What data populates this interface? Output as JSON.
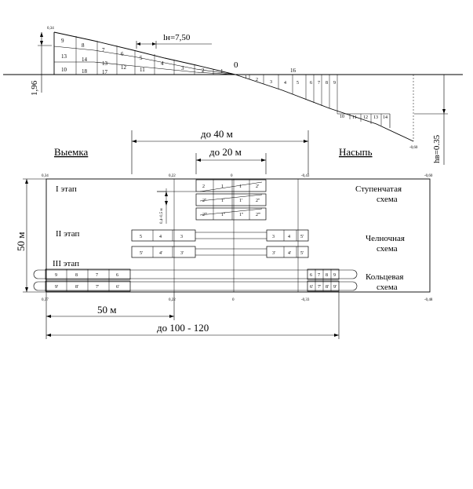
{
  "profile": {
    "label_ln": "lн=7,50",
    "label_zero": "0",
    "label_h_left": "1,96",
    "label_h_right": "hв=0.35",
    "mark_top_left": "0,34",
    "mark_bottom_right": "-0,60",
    "cut_cells": [
      "9",
      "8",
      "7",
      "6",
      "5",
      "4",
      "3",
      "2",
      "1",
      "13",
      "14",
      "13",
      "12",
      "11",
      "10",
      "18",
      "17",
      "16"
    ],
    "fill_cells": [
      "1",
      "2",
      "3",
      "4",
      "5",
      "6",
      "7",
      "8",
      "9",
      "10",
      "11",
      "12",
      "13",
      "14"
    ]
  },
  "labels": {
    "cut": "Выемка",
    "fill": "Насыпь",
    "dist_40": "до 40 м",
    "dist_20": "до 20 м",
    "dist_50": "50 м",
    "dist_100": "до 100 - 120",
    "width_50": "50 м"
  },
  "plan": {
    "top_marks": [
      "0,34",
      "0,22",
      "0",
      "-0,43",
      "-0,60"
    ],
    "bottom_marks": [
      "0,37",
      "0,22",
      "0",
      "-0,33",
      "-0,48"
    ],
    "stages": [
      "I этап",
      "II этап",
      "III этап"
    ],
    "schemes": [
      {
        "line1": "Ступенчатая",
        "line2": "схема"
      },
      {
        "line1": "Челночная",
        "line2": "схема"
      },
      {
        "line1": "Кольцевая",
        "line2": "схема"
      }
    ],
    "range_label": "0,4÷0,5 м",
    "step_cells": [
      "2",
      "1",
      "1",
      "2'",
      "2''",
      "1'",
      "1'",
      "2''",
      "2'''",
      "1''",
      "1''",
      "2'''"
    ],
    "shuttle_cells": [
      "5",
      "4",
      "3",
      "3",
      "4",
      "5'",
      "5'",
      "4'",
      "3'",
      "3'",
      "4'",
      "5'"
    ],
    "ring_cells": [
      "9",
      "8",
      "7",
      "6",
      "6",
      "7",
      "8",
      "9",
      "9'",
      "8'",
      "7'",
      "6'",
      "6'",
      "7'",
      "8'",
      "9'"
    ]
  }
}
